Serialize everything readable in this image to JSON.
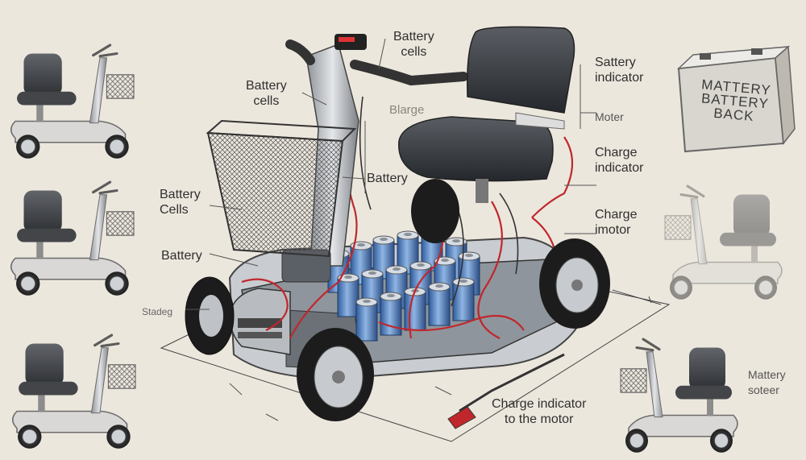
{
  "callouts": {
    "battery_cells_top": [
      "Battery",
      "cells"
    ],
    "battery_cells_left_upper": [
      "Battery",
      "cells"
    ],
    "battery_cells_left_lower": [
      "Battery",
      "Cells"
    ],
    "battery_left": "Battery",
    "battery_center": "Battery",
    "blarge": "Blarge",
    "sattery_indicator": [
      "Sattery",
      "indicator"
    ],
    "moter": "Moter",
    "charge_indicator": [
      "Charge",
      "indicator"
    ],
    "charge_imotor": [
      "Charge",
      "imotor"
    ],
    "stadeg": "Stadeg",
    "charge_indicator_motor": [
      "Charge indicator",
      "to the motor"
    ],
    "mattery_soteer": [
      "Mattery",
      "soteer"
    ]
  },
  "battery_pack_box": {
    "lines": [
      "MATTERY",
      "BATTERY",
      "BACK"
    ]
  },
  "colors": {
    "background": "#ece7dd",
    "ink": "#2f2f2f",
    "battery_blue": "#4f7ab8",
    "wire_red": "#c0272d",
    "chrome": "#b9bcc0",
    "seat": "#3a3d42"
  }
}
